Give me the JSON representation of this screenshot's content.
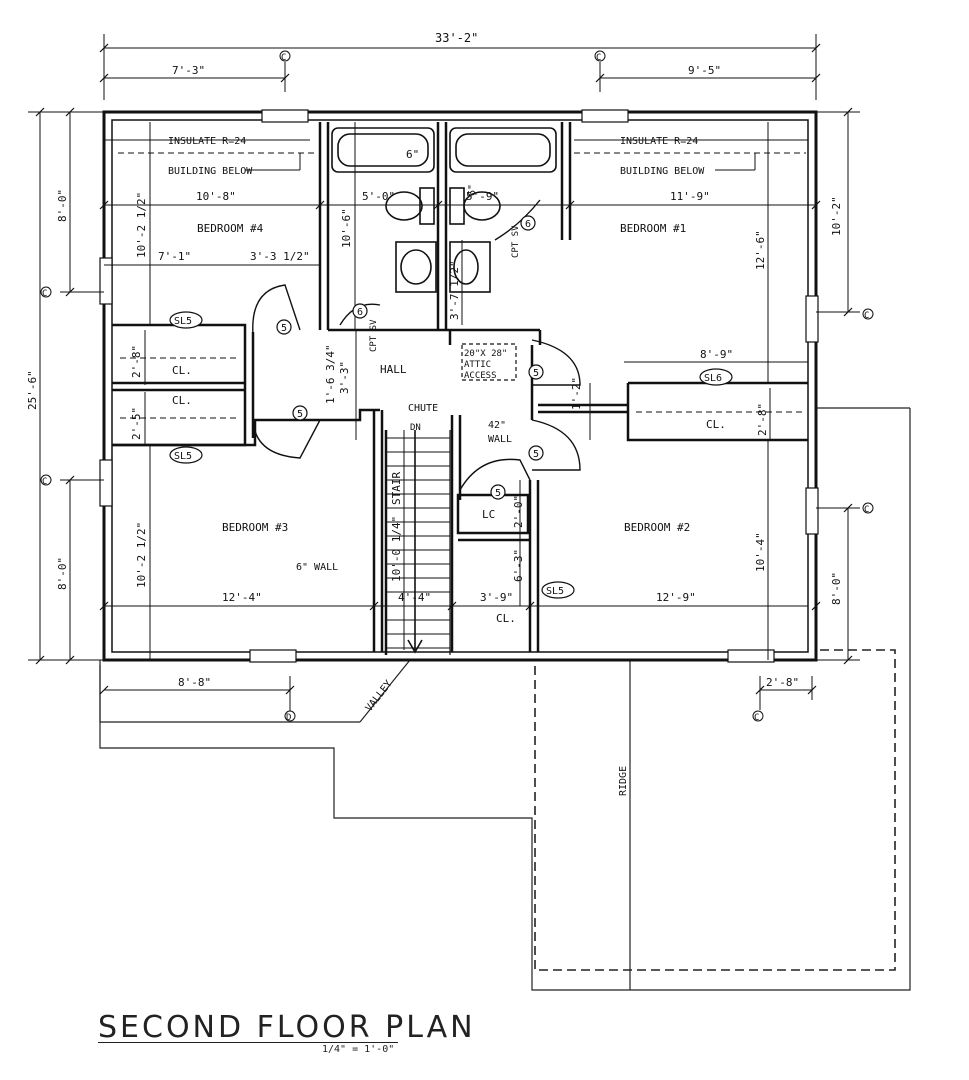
{
  "plan": {
    "title": "SECOND FLOOR PLAN",
    "scale": "1/4\" = 1'-0\"",
    "overall_width": "33'-2\"",
    "overall_depth": "25'-6\"",
    "rooms": {
      "bedroom1": "BEDROOM #1",
      "bedroom2": "BEDROOM #2",
      "bedroom3": "BEDROOM #3",
      "bedroom4": "BEDROOM #4",
      "hall": "HALL",
      "closet": "CL.",
      "linen": "LC"
    },
    "notes": {
      "insulate": "INSULATE R=24",
      "building_below": "BUILDING BELOW",
      "attic_line1": "20\"X 28\"",
      "attic_line2": "ATTIC",
      "attic_line3": "ACCESS",
      "chute": "CHUTE",
      "down": "DN",
      "wall42_line1": "42\"",
      "wall42_line2": "WALL",
      "six_wall": "6\" WALL",
      "stair": "STAIR",
      "valley": "VALLEY",
      "ridge": "RIDGE",
      "cpt_sv": "CPT SV"
    },
    "tags": {
      "sl5": "SL5",
      "sl6": "SL6",
      "door5": "5",
      "door6": "6"
    },
    "dims": {
      "d7_3": "7'-3\"",
      "d9_5": "9'-5\"",
      "d8_0": "8'-0\"",
      "d10_2": "10'-2\"",
      "d10_8": "10'-8\"",
      "d11_9": "11'-9\"",
      "d7_1": "7'-1\"",
      "d3_3_5": "3'-3 1/2\"",
      "d10_2_5": "10'-2 1/2\"",
      "d10_6": "10'-6\"",
      "d5_0": "5'-0\"",
      "d5_9": "5'-9\"",
      "d6in": "6\"",
      "d1_2": "1'-2\"",
      "d3_7_5": "3'-7 1/2\"",
      "d12_6": "12'-6\"",
      "d2_8": "2'-8\"",
      "d2_5": "2'-5\"",
      "d8_9": "8'-9\"",
      "d1_6_75": "1'-6 3/4\"",
      "d3_3": "3'-3\"",
      "d2_0": "2'-0\"",
      "d6_3": "6'-3\"",
      "d10_4": "10'-4\"",
      "d12_4": "12'-4\"",
      "d4_4": "4'-4\"",
      "d3_9": "3'-9\"",
      "d12_9": "12'-9\"",
      "d10_0_25": "10'-0 1/4\"",
      "d8_8": "8'-8\""
    },
    "grid_marker": "C",
    "grid_marker_d": "D"
  }
}
